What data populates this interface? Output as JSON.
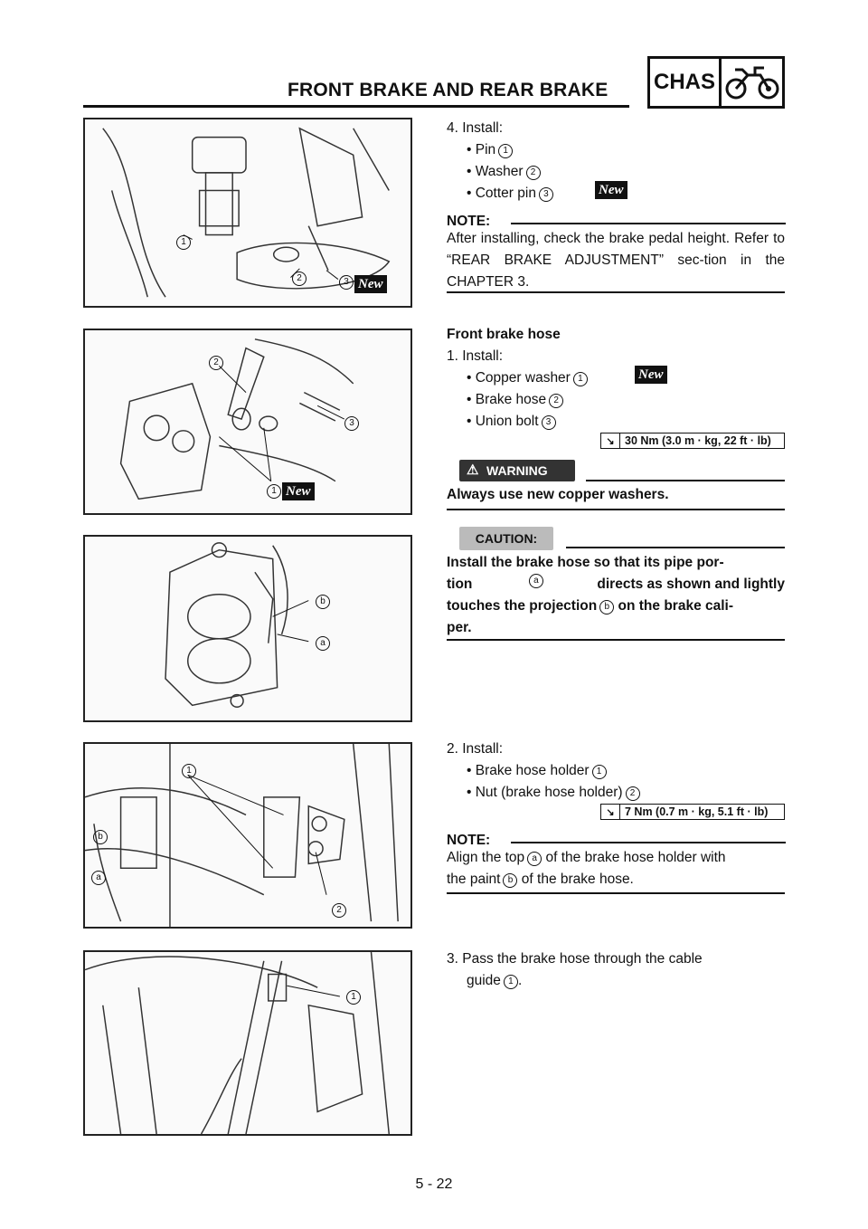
{
  "header": {
    "title": "FRONT BRAKE AND REAR BRAKE",
    "section": "CHAS",
    "section_icon": "motorcycle-icon"
  },
  "footer": {
    "page": "5 - 22"
  },
  "new_label": "New",
  "figures": {
    "fig1_labels": [
      "1",
      "2",
      "3"
    ],
    "fig2_labels": [
      "2",
      "3",
      "1"
    ],
    "fig3_labels": [
      "b",
      "a"
    ],
    "fig4_labels": [
      "1",
      "b",
      "a",
      "2"
    ],
    "fig5_labels": [
      "1"
    ]
  },
  "step4": {
    "heading": "4. Install:",
    "items": [
      {
        "text": "Pin",
        "num": "1"
      },
      {
        "text": "Washer",
        "num": "2"
      },
      {
        "text": "Cotter pin",
        "num": "3"
      }
    ]
  },
  "note1": {
    "label": "NOTE:",
    "text": "After installing, check the brake pedal height. Refer to “REAR BRAKE ADJUSTMENT” sec-tion in the CHAPTER 3."
  },
  "front_brake_hose": {
    "title": "Front brake hose",
    "step1": "1. Install:",
    "items": [
      {
        "text": "Copper washer",
        "num": "1"
      },
      {
        "text": "Brake hose",
        "num": "2"
      },
      {
        "text": "Union bolt",
        "num": "3"
      }
    ],
    "torque1": "30 Nm (3.0 m · kg, 22 ft · lb)"
  },
  "warning": {
    "label": "WARNING",
    "text": "Always use new copper washers."
  },
  "caution": {
    "label": "CAUTION:",
    "line1": "Install the brake hose so that its pipe por-",
    "line2a": "tion",
    "mark_a": "a",
    "line2b": "directs as shown and lightly",
    "line3a": "touches the projection",
    "mark_b": "b",
    "line3b": "on the brake cali-",
    "line4": "per."
  },
  "step2": {
    "heading": "2. Install:",
    "items": [
      {
        "text": "Brake hose holder",
        "num": "1"
      },
      {
        "text": "Nut (brake hose holder)",
        "num": "2"
      }
    ],
    "torque2": "7 Nm (0.7 m · kg, 5.1 ft · lb)"
  },
  "note2": {
    "label": "NOTE:",
    "line1a": "Align the top",
    "mark_a": "a",
    "line1b": "of the brake hose holder with",
    "line2a": "the paint",
    "mark_b": "b",
    "line2b": "of the brake hose."
  },
  "step3": {
    "line1": "3. Pass the brake hose through the cable",
    "line2": "guide",
    "num": "1"
  },
  "colors": {
    "text": "#111111",
    "warning_bg": "#333333",
    "caution_bg": "#bbbbbb",
    "badge_bg": "#111111"
  }
}
